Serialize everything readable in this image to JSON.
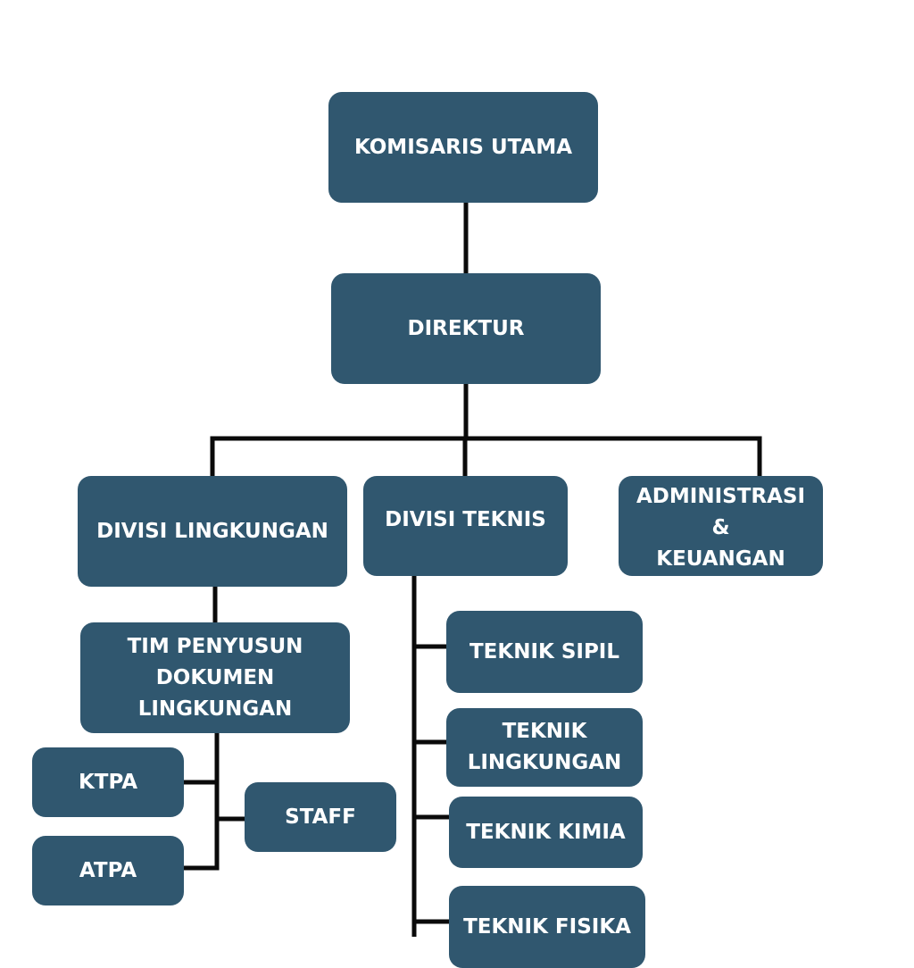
{
  "chart": {
    "root": "KOMISARIS UTAMA",
    "director": "DIREKTUR",
    "divisions": {
      "environment": "DIVISI LINGKUNGAN",
      "technical": "DIVISI TEKNIS",
      "admin": "ADMINISTRASI &\nKEUANGAN"
    },
    "environment_unit": "TIM PENYUSUN\nDOKUMEN\nLINGKUNGAN",
    "environment_staff": {
      "ktpa": "KTPA",
      "atpa": "ATPA",
      "staff": "STAFF"
    },
    "technical_units": [
      "TEKNIK SIPIL",
      "TEKNIK\nLINGKUNGAN",
      "TEKNIK KIMIA",
      "TEKNIK FISIKA"
    ]
  }
}
